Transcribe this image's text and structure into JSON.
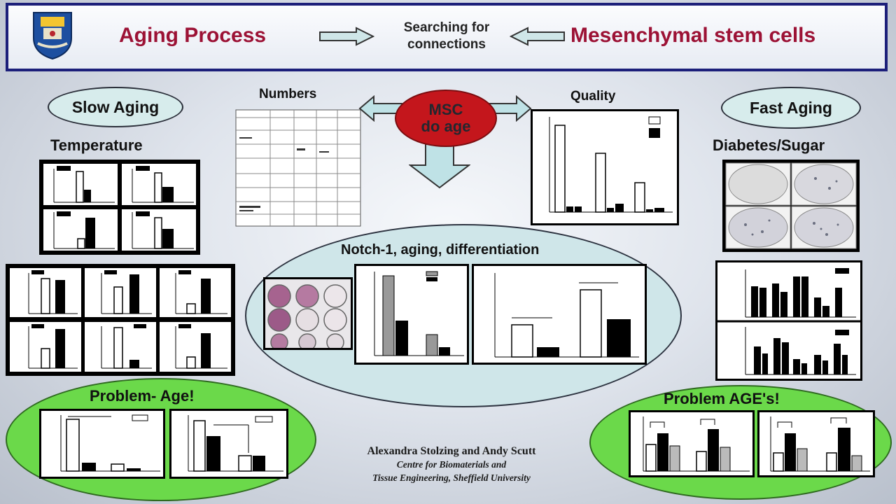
{
  "header": {
    "left_title": "Aging Process",
    "center_text_line1": "Searching for",
    "center_text_line2": "connections",
    "right_title": "Mesenchymal stem cells",
    "crest_icon": "university-crest-icon"
  },
  "left": {
    "oval_label": "Slow Aging",
    "section_label": "Temperature"
  },
  "center": {
    "numbers_label": "Numbers",
    "quality_label": "Quality",
    "msc_line1": "MSC",
    "msc_line2": "do age",
    "notch_label": "Notch-1, aging, differentiation"
  },
  "right": {
    "oval_label": "Fast Aging",
    "section_label": "Diabetes/Sugar"
  },
  "problems": {
    "left_title": "Problem- Age!",
    "right_title": "Problem AGE's!"
  },
  "authors": {
    "names": "Alexandra Stolzing and Andy Scutt",
    "line2": "Centre for Biomaterials and",
    "line3": "Tissue Engineering, Sheffield University"
  },
  "colors": {
    "header_border": "#1c1f7a",
    "title_red": "#9c1235",
    "msc_red": "#c4161c",
    "oval_teal": "#d7ecec",
    "problem_green": "#6bd94a",
    "arrow_fill": "#bfe2e6"
  }
}
